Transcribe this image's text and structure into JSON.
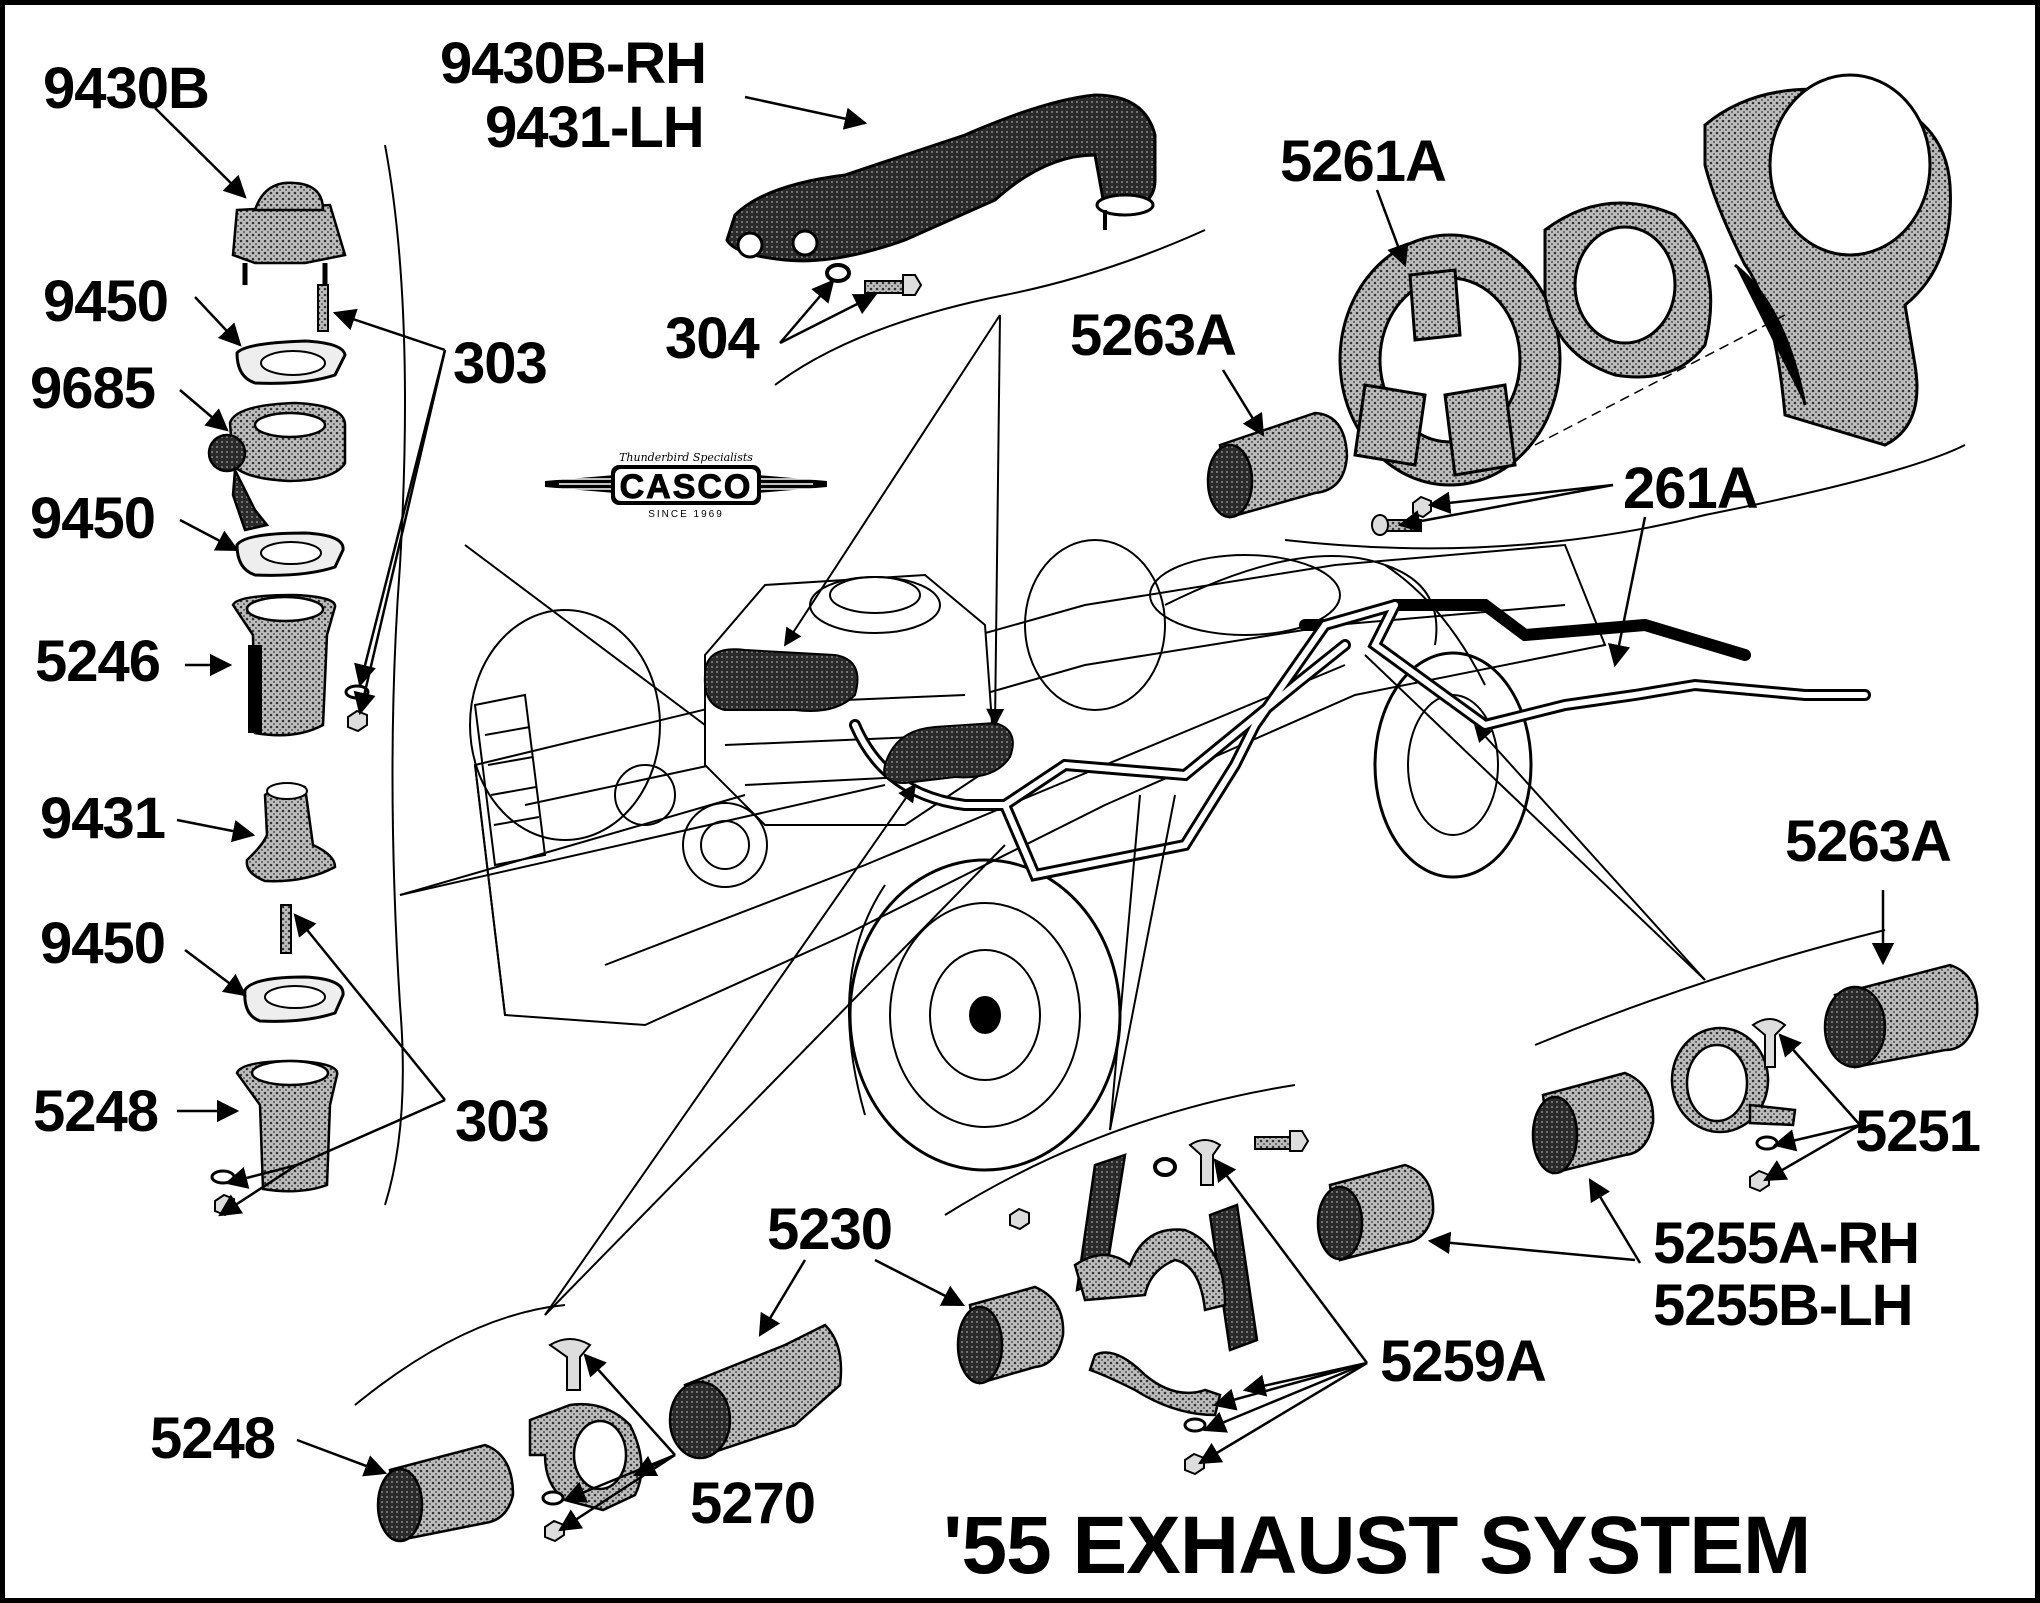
{
  "title": "'55 EXHAUST SYSTEM",
  "logo": {
    "tagline": "Thunderbird Specialists",
    "wordmark": "CASCO",
    "since": "SINCE 1969"
  },
  "labels": {
    "manifold_rh_lh_1": "9430B-RH",
    "manifold_rh_lh_2": "9431-LH",
    "part_9430b": "9430B",
    "part_9450_top": "9450",
    "part_9685": "9685",
    "part_9450_mid": "9450",
    "part_5246": "5246",
    "part_303_top": "303",
    "part_9431": "9431",
    "part_9450_low": "9450",
    "part_5248_left": "5248",
    "part_303_low": "303",
    "part_304": "304",
    "part_5261a": "5261A",
    "part_5263a_top": "5263A",
    "part_261a": "261A",
    "part_5263a_right": "5263A",
    "part_5251": "5251",
    "part_5255_1": "5255A-RH",
    "part_5255_2": "5255B-LH",
    "part_5230": "5230",
    "part_5259a": "5259A",
    "part_5248_bottom": "5248",
    "part_5270": "5270"
  }
}
